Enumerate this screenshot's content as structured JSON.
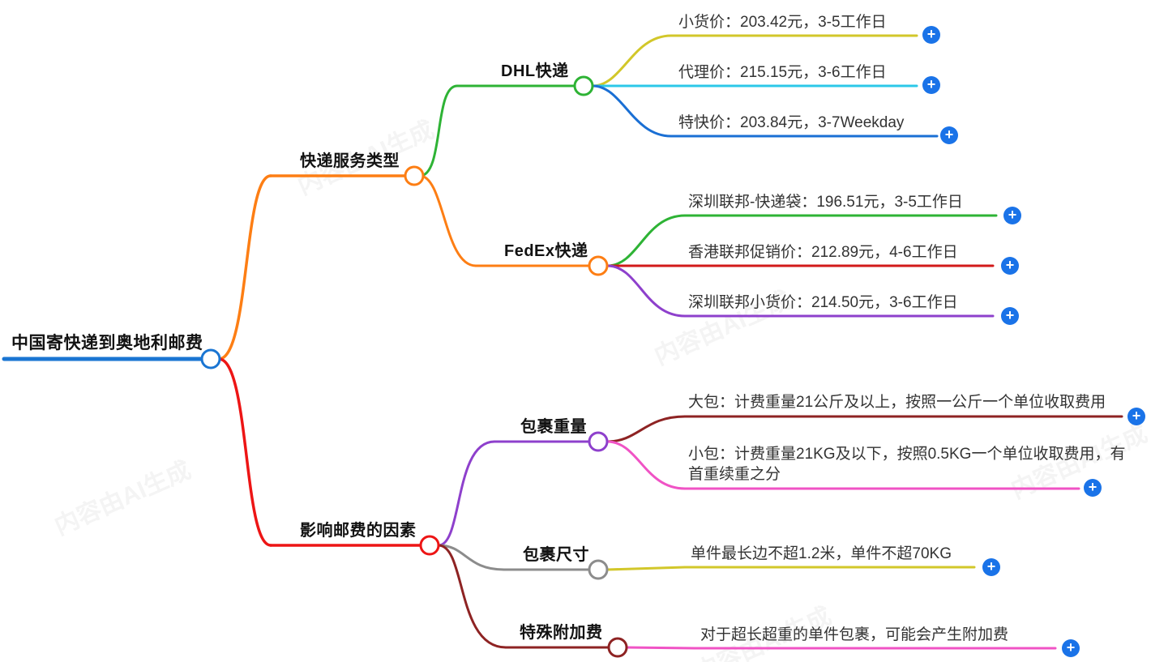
{
  "palette": {
    "root_blue": "#1a75d2",
    "orange": "#fd7e14",
    "red": "#ed1515",
    "green": "#2eb335",
    "yellow": "#d2c72a",
    "cyan": "#2bc8e8",
    "blue": "#1a6fd4",
    "dark_red": "#d21a1a",
    "purple": "#8e40cc",
    "maroon": "#8e2323",
    "pink": "#f053c5",
    "gray": "#8c8c8c",
    "plus_blue": "#1a73e8"
  },
  "icons": {
    "expand_glyph": "+"
  },
  "watermark": {
    "text": "内容由AI生成"
  },
  "mindmap": {
    "root": {
      "label": "中国寄快递到奥地利邮费"
    },
    "branches": [
      {
        "label": "快递服务类型",
        "children": [
          {
            "label": "DHL快递",
            "children": [
              {
                "label": "小货价：203.42元，3-5工作日"
              },
              {
                "label": "代理价：215.15元，3-6工作日"
              },
              {
                "label": "特快价：203.84元，3-7Weekday"
              }
            ]
          },
          {
            "label": "FedEx快递",
            "children": [
              {
                "label": "深圳联邦-快递袋：196.51元，3-5工作日"
              },
              {
                "label": "香港联邦促销价：212.89元，4-6工作日"
              },
              {
                "label": "深圳联邦小货价：214.50元，3-6工作日"
              }
            ]
          }
        ]
      },
      {
        "label": "影响邮费的因素",
        "children": [
          {
            "label": "包裹重量",
            "children": [
              {
                "label": "大包：计费重量21公斤及以上，按照一公斤一个单位收取费用"
              },
              {
                "label": "小包：计费重量21KG及以下，按照0.5KG一个单位收取费用，有首重续重之分"
              }
            ]
          },
          {
            "label": "包裹尺寸",
            "children": [
              {
                "label": "单件最长边不超1.2米，单件不超70KG"
              }
            ]
          },
          {
            "label": "特殊附加费",
            "children": [
              {
                "label": "对于超长超重的单件包裹，可能会产生附加费"
              }
            ]
          }
        ]
      }
    ]
  }
}
